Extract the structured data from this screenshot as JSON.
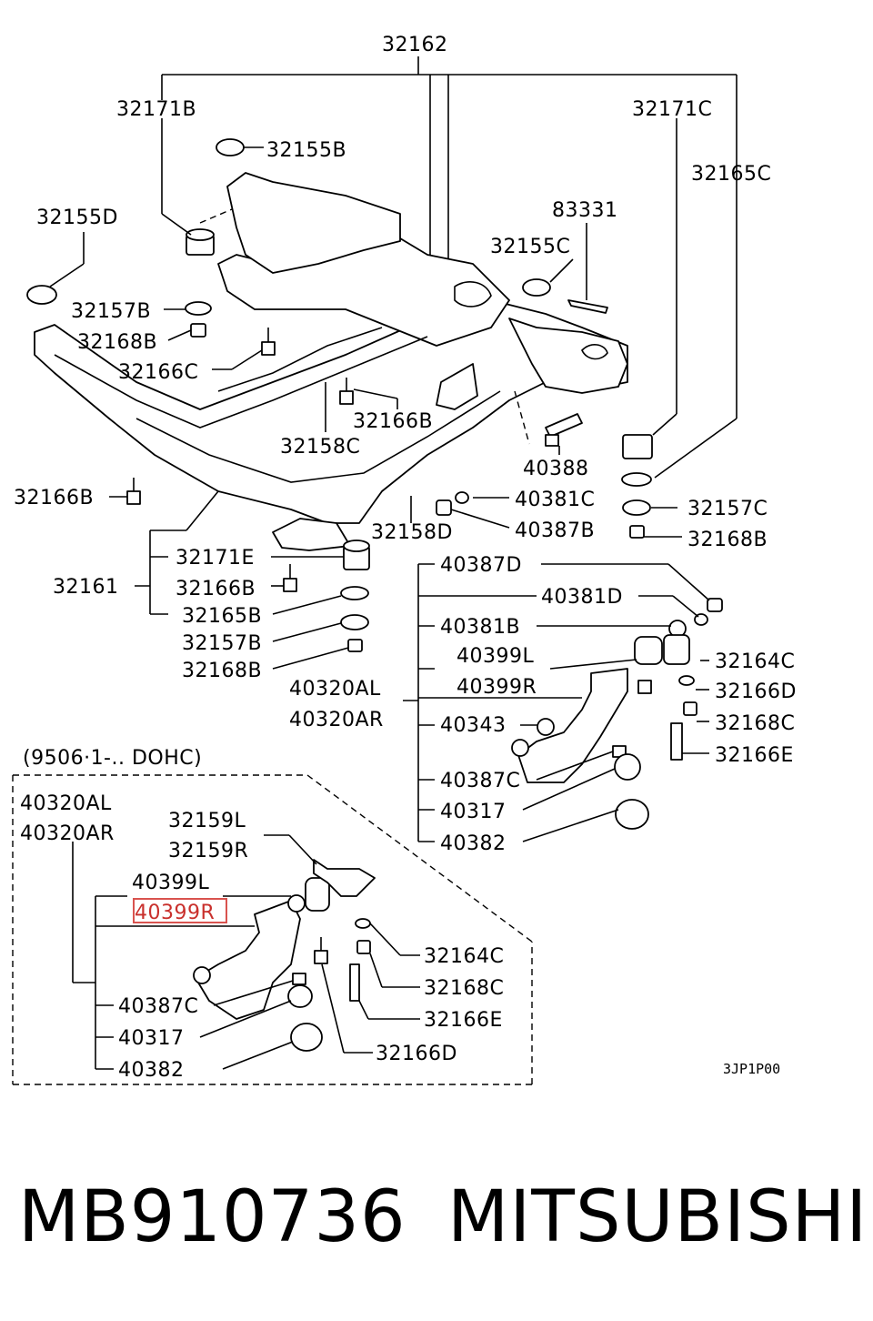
{
  "main_labels": {
    "l32162": "32162",
    "l32171B": "32171B",
    "l32171C": "32171C",
    "l32165C": "32165C",
    "l32155B": "32155B",
    "l32155D": "32155D",
    "l83331": "83331",
    "l32155C": "32155C",
    "l32157B_a": "32157B",
    "l32168B_a": "32168B",
    "l32166C": "32166C",
    "l32166B_a": "32166B",
    "l32158C": "32158C",
    "l40388": "40388",
    "l32166B_b": "32166B",
    "l40381C": "40381C",
    "l32157C": "32157C",
    "l32158D": "32158D",
    "l40387B": "40387B",
    "l32168B_b": "32168B",
    "l32171E": "32171E",
    "l32161": "32161",
    "l32166B_c": "32166B",
    "l32165B": "32165B",
    "l32157B_b": "32157B",
    "l32168B_c": "32168B",
    "l40320AL": "40320AL",
    "l40320AR": "40320AR",
    "l40387D": "40387D",
    "l40381D": "40381D",
    "l40381B": "40381B",
    "l40399L": "40399L",
    "l40399R": "40399R",
    "l32164C": "32164C",
    "l32166D": "32166D",
    "l40343": "40343",
    "l32168C": "32168C",
    "l32166E": "32166E",
    "l40387C": "40387C",
    "l40317": "40317",
    "l40382": "40382"
  },
  "inset": {
    "caption": "(9506·1-.. DOHC)",
    "l40320AL": "40320AL",
    "l40320AR": "40320AR",
    "l32159L": "32159L",
    "l32159R": "32159R",
    "l40399L": "40399L",
    "l40399R_highlighted": "40399R",
    "l32164C": "32164C",
    "l32168C": "32168C",
    "l32166E": "32166E",
    "l32166D": "32166D",
    "l40387C": "40387C",
    "l40317": "40317",
    "l40382": "40382"
  },
  "diagram_code": "3JP1P00",
  "footer": {
    "part_number": "MB910736",
    "brand": "MITSUBISHI"
  },
  "colors": {
    "highlight": "#d9534f",
    "lines": "#000000",
    "background": "#ffffff"
  }
}
